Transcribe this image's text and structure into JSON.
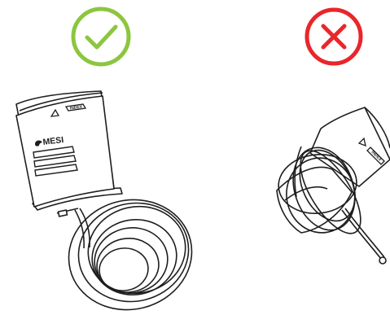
{
  "panels": {
    "correct": {
      "status": "correct",
      "status_color": "#8cc63f",
      "icon": "check-circle-icon",
      "cuff": {
        "brand": "MESI",
        "index_tag": "INDEX"
      }
    },
    "incorrect": {
      "status": "incorrect",
      "status_color": "#e8262b",
      "icon": "x-circle-icon",
      "cuff": {
        "index_tag": "INDEX"
      }
    }
  }
}
